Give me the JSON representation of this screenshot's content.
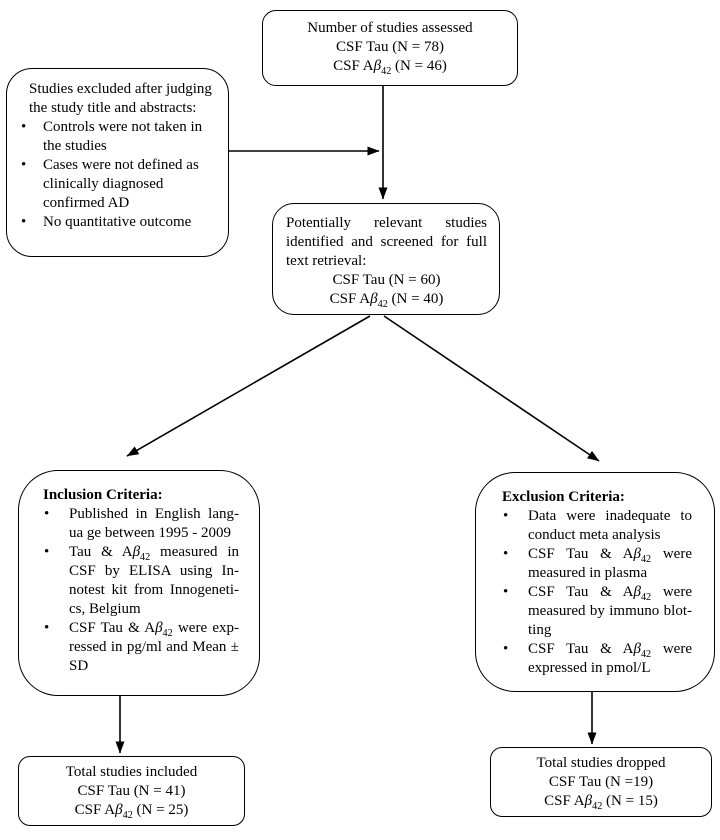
{
  "colors": {
    "background": "#ffffff",
    "line": "#000000",
    "text": "#000000"
  },
  "boxes": {
    "assessed": {
      "lines": [
        "Number of studies assessed",
        "CSF Tau (N = 78)",
        "CSF Aβ42 (N = 46)"
      ]
    },
    "excluded": {
      "intro": "Studies excluded after judging the study title and abstracts:",
      "bullets": [
        "Controls were not taken in the studies",
        "Cases were not defined as clinically diagnosed confirmed AD",
        "No quantitative outcome"
      ]
    },
    "screened": {
      "intro": "Potentially relevant studies identified and screened for full text retrieval:",
      "lines": [
        "CSF Tau (N = 60)",
        "CSF Aβ42 (N = 40)"
      ]
    },
    "inclusion": {
      "heading": "Inclusion Criteria:",
      "bullets": [
        "Published in English lang-ua ge between 1995 - 2009",
        "Tau & Aβ42 measured in CSF by ELISA using In-notest kit from Innogeneti-cs, Belgium",
        "CSF Tau & Aβ42 were exp-ressed in pg/ml and Mean ± SD"
      ]
    },
    "exclusion": {
      "heading": "Exclusion Criteria:",
      "bullets": [
        "Data were inadequate to conduct meta analysis",
        "CSF Tau & Aβ42 were measured in plasma",
        "CSF Tau & Aβ42 were measured by immuno blot-ting",
        "CSF Tau & Aβ42 were expressed in pmol/L"
      ]
    },
    "included": {
      "lines": [
        "Total studies included",
        "CSF Tau (N = 41)",
        "CSF Aβ42 (N = 25)"
      ]
    },
    "dropped": {
      "lines": [
        "Total studies dropped",
        "CSF Tau (N =19)",
        "CSF Aβ42 (N = 15)"
      ]
    }
  }
}
